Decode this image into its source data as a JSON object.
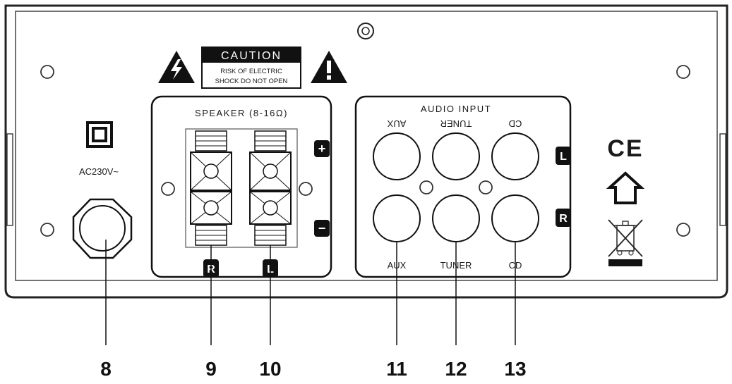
{
  "caution": {
    "title": "CAUTION",
    "line1": "RISK OF ELECTRIC",
    "line2": "SHOCK DO NOT OPEN"
  },
  "power": {
    "label": "AC230V~"
  },
  "speaker": {
    "title": "SPEAKER (8-16Ω)",
    "plus": "+",
    "minus": "−",
    "right": "R",
    "left": "L"
  },
  "audio_input": {
    "title": "AUDIO INPUT",
    "top_labels": [
      "AUX",
      "TUNER",
      "CD"
    ],
    "bottom_labels": [
      "AUX",
      "TUNER",
      "CD"
    ],
    "left_channel": "L",
    "right_channel": "R"
  },
  "marks": {
    "ce": "CE"
  },
  "callouts": [
    "8",
    "9",
    "10",
    "11",
    "12",
    "13"
  ]
}
